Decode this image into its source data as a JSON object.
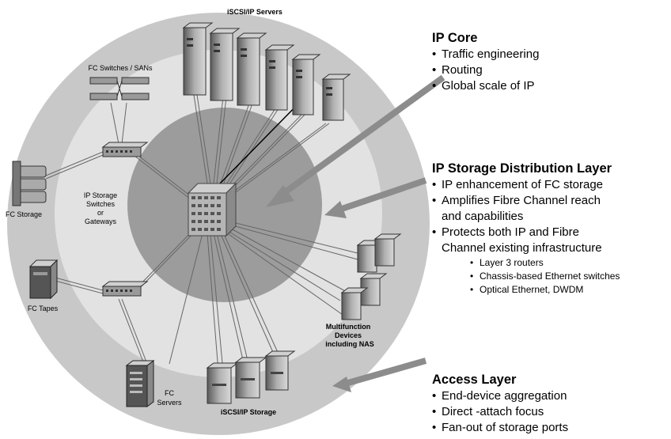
{
  "diagram": {
    "labels": {
      "iscsi_servers": "iSCSI/IP Servers",
      "fc_switches": "FC Switches / SANs",
      "fc_storage": "FC Storage",
      "ip_switches_l1": "IP Storage",
      "ip_switches_l2": "Switches",
      "ip_switches_l3": "or",
      "ip_switches_l4": "Gateways",
      "fc_tapes": "FC Tapes",
      "fc_servers_l1": "FC",
      "fc_servers_l2": "Servers",
      "iscsi_storage": "iSCSI/IP Storage",
      "multifunction_l1": "Multifunction",
      "multifunction_l2": "Devices",
      "multifunction_l3": "including NAS"
    },
    "colors": {
      "outer_ring": "#c8c8c8",
      "middle_ring": "#e0e0e0",
      "core": "#9a9a9a",
      "arrow": "#8c8c8c",
      "device": "#7a7a7a"
    }
  },
  "ip_core": {
    "title": "IP Core",
    "items": [
      "Traffic engineering",
      "Routing",
      "Global scale of IP"
    ]
  },
  "distribution": {
    "title": "IP Storage Distribution Layer",
    "items": [
      "IP enhancement of FC storage",
      "Amplifies Fibre Channel reach",
      "and capabilities",
      "Protects both IP and Fibre",
      "Channel existing infrastructure"
    ],
    "subitems": [
      "Layer 3 routers",
      "Chassis-based Ethernet switches",
      "Optical Ethernet, DWDM"
    ]
  },
  "access": {
    "title": "Access Layer",
    "items": [
      "End-device aggregation",
      "Direct -attach focus",
      "Fan-out of storage ports"
    ]
  }
}
